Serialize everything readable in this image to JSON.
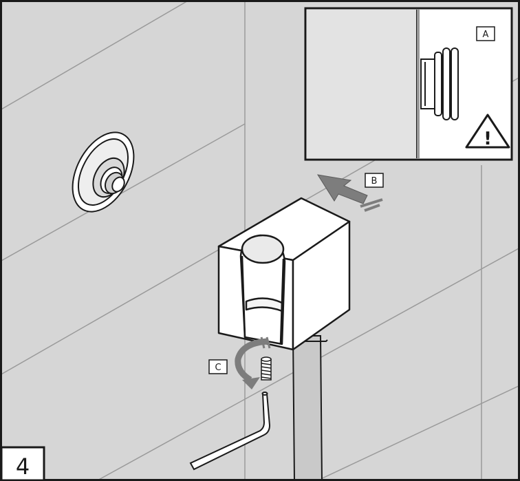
{
  "step": {
    "number": "4"
  },
  "callouts": {
    "a": "A",
    "b": "B",
    "c": "C"
  },
  "warning": {
    "symbol": "!",
    "icon": "warning-triangle-icon"
  },
  "colors": {
    "wall": "#d6d6d6",
    "inset_left": "#e3e3e3",
    "inset_right": "#ffffff",
    "line": "#1a1a1a",
    "arrow": "#7d7d7d",
    "hose": "#c9c9c9"
  }
}
